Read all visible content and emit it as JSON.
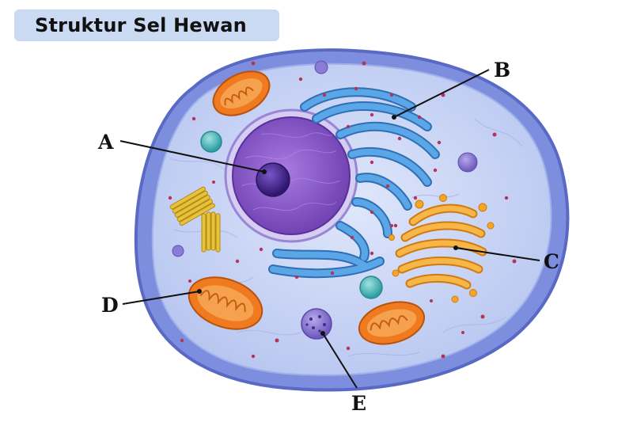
{
  "title": "Struktur Sel Hewan",
  "labels": {
    "a": "A",
    "b": "B",
    "c": "C",
    "d": "D",
    "e": "E"
  },
  "colors": {
    "title_bg": "#c9daf2",
    "membrane": "#6f7fd6",
    "cytoplasm": "#c6d3f6",
    "nucleus": "#8a58c8",
    "nucleolus": "#4a2a8e",
    "endoplasmic_reticulum": "#3d8fd3",
    "golgi": "#f5a623",
    "mitochondria": "#ef7a1f",
    "centrioles": "#e8c23a",
    "lysosome": "#8c7bd0",
    "vacuole_teal": "#4fbfbf"
  }
}
